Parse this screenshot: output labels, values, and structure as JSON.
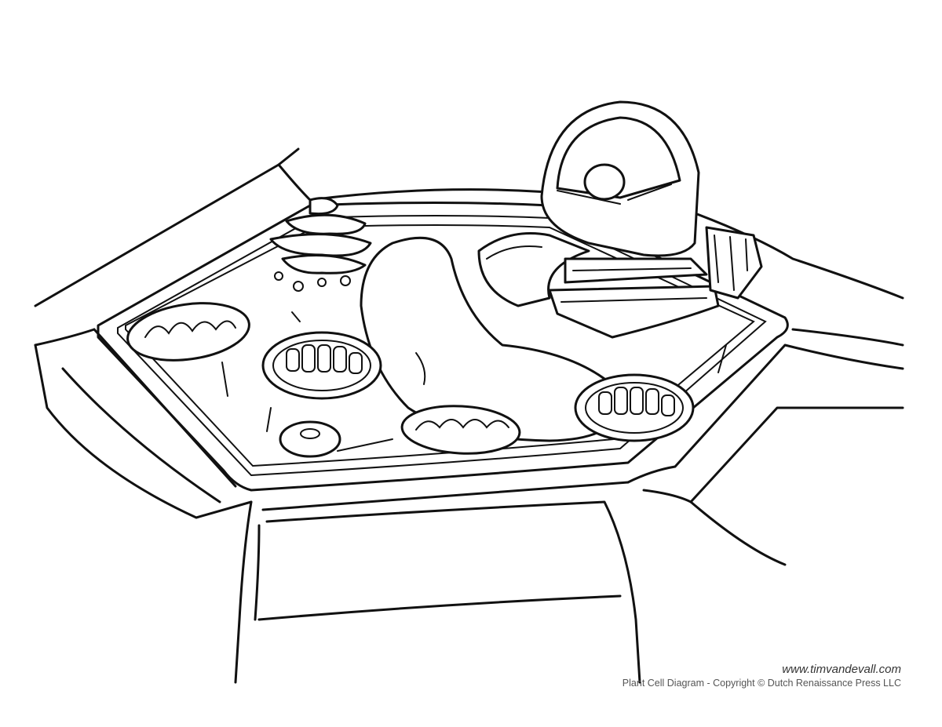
{
  "title": "Plant Cell Diagram",
  "footer": {
    "url": "www.timvandevall.com",
    "copyright": "Plant Cell Diagram - Copyright © Dutch Renaissance Press LLC"
  },
  "organelles": [
    "cell-wall",
    "cell-membrane",
    "nucleus",
    "nucleolus",
    "vacuole",
    "chloroplast",
    "mitochondrion",
    "golgi-apparatus",
    "endoplasmic-reticulum",
    "vesicle"
  ]
}
